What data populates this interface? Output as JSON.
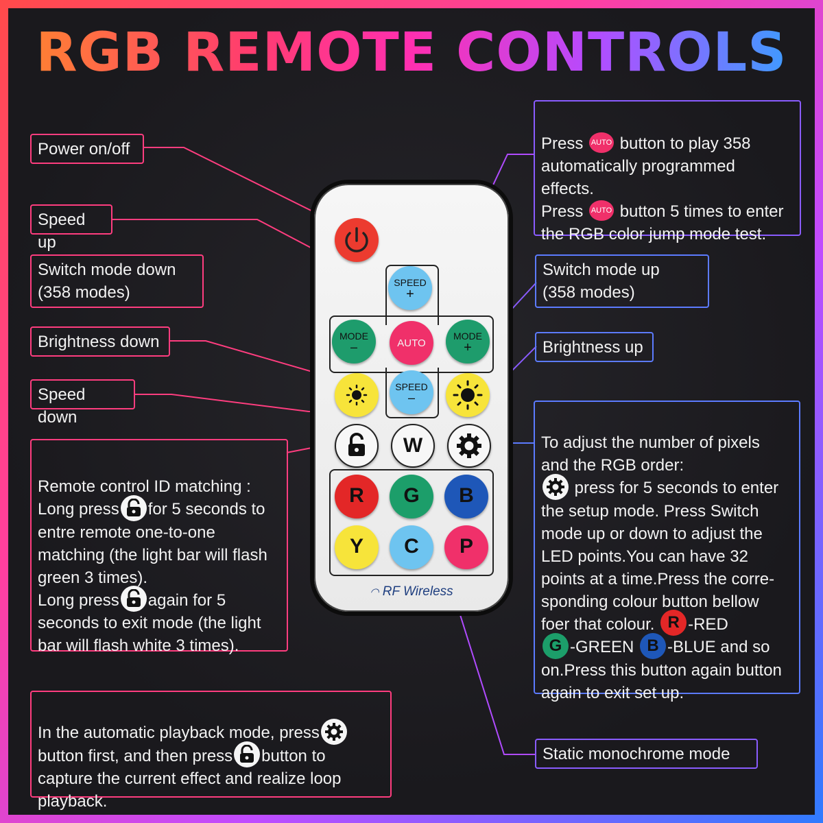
{
  "title": "RGB REMOTE CONTROLS",
  "colors": {
    "pink": "#ff3d7f",
    "purple": "#8a5cff",
    "blue": "#5c7bff"
  },
  "labels": {
    "power": "Power on/off",
    "speed_up": "Speed up",
    "mode_down": "Switch mode down\n(358 modes)",
    "brightness_down": "Brightness down",
    "speed_down": "Speed down",
    "mode_up": "Switch mode up\n(358 modes)",
    "brightness_up": "Brightness up",
    "static": "Static monochrome mode"
  },
  "auto_box": {
    "l1a": "Press",
    "l1b": "button to  play 358\nautomatically programmed\neffects.\nPress",
    "l2b": "button 5 times to enter\nthe RGB color jump mode test."
  },
  "id_box": {
    "p1": "Remote control ID matching :\nLong press",
    "p2": "for 5 seconds to\nentre remote one-to-one\nmatching (the light bar will flash\ngreen 3 times).\nLong press",
    "p3": "again for 5\nseconds to exit mode (the light\nbar will flash white 3 times)."
  },
  "setup_box": {
    "p1": "To adjust the number of pixels\nand the RGB order:\n",
    "p2": "press for 5 seconds to enter\nthe setup mode.  Press Switch\nmode up or down to adjust the\nLED points.You can have 32\npoints at a time.Press the corre-\nsponding colour button bellow\nfoer that colour.",
    "r_text": "-RED\n",
    "g_text": "-GREEN",
    "b_text": "-BLUE and so\non.Press this button again button\nagain to exit set up."
  },
  "playback_box": {
    "p1": "In the automatic playback mode, press",
    "p2": "\nbutton first, and then press",
    "p3": "button to\ncapture the current effect and realize loop\nplayback."
  },
  "icons": {
    "auto": "AUTO",
    "r": "R",
    "g": "G",
    "b": "B"
  },
  "remote": {
    "speed_up": [
      "SPEED",
      "+"
    ],
    "mode_down": [
      "MODE",
      "–"
    ],
    "auto": "AUTO",
    "mode_up": [
      "MODE",
      "+"
    ],
    "speed_down": [
      "SPEED",
      "–"
    ],
    "w": "W",
    "r": "R",
    "g": "G",
    "b": "B",
    "y": "Y",
    "c": "C",
    "p": "P",
    "brand": "RF Wireless"
  }
}
